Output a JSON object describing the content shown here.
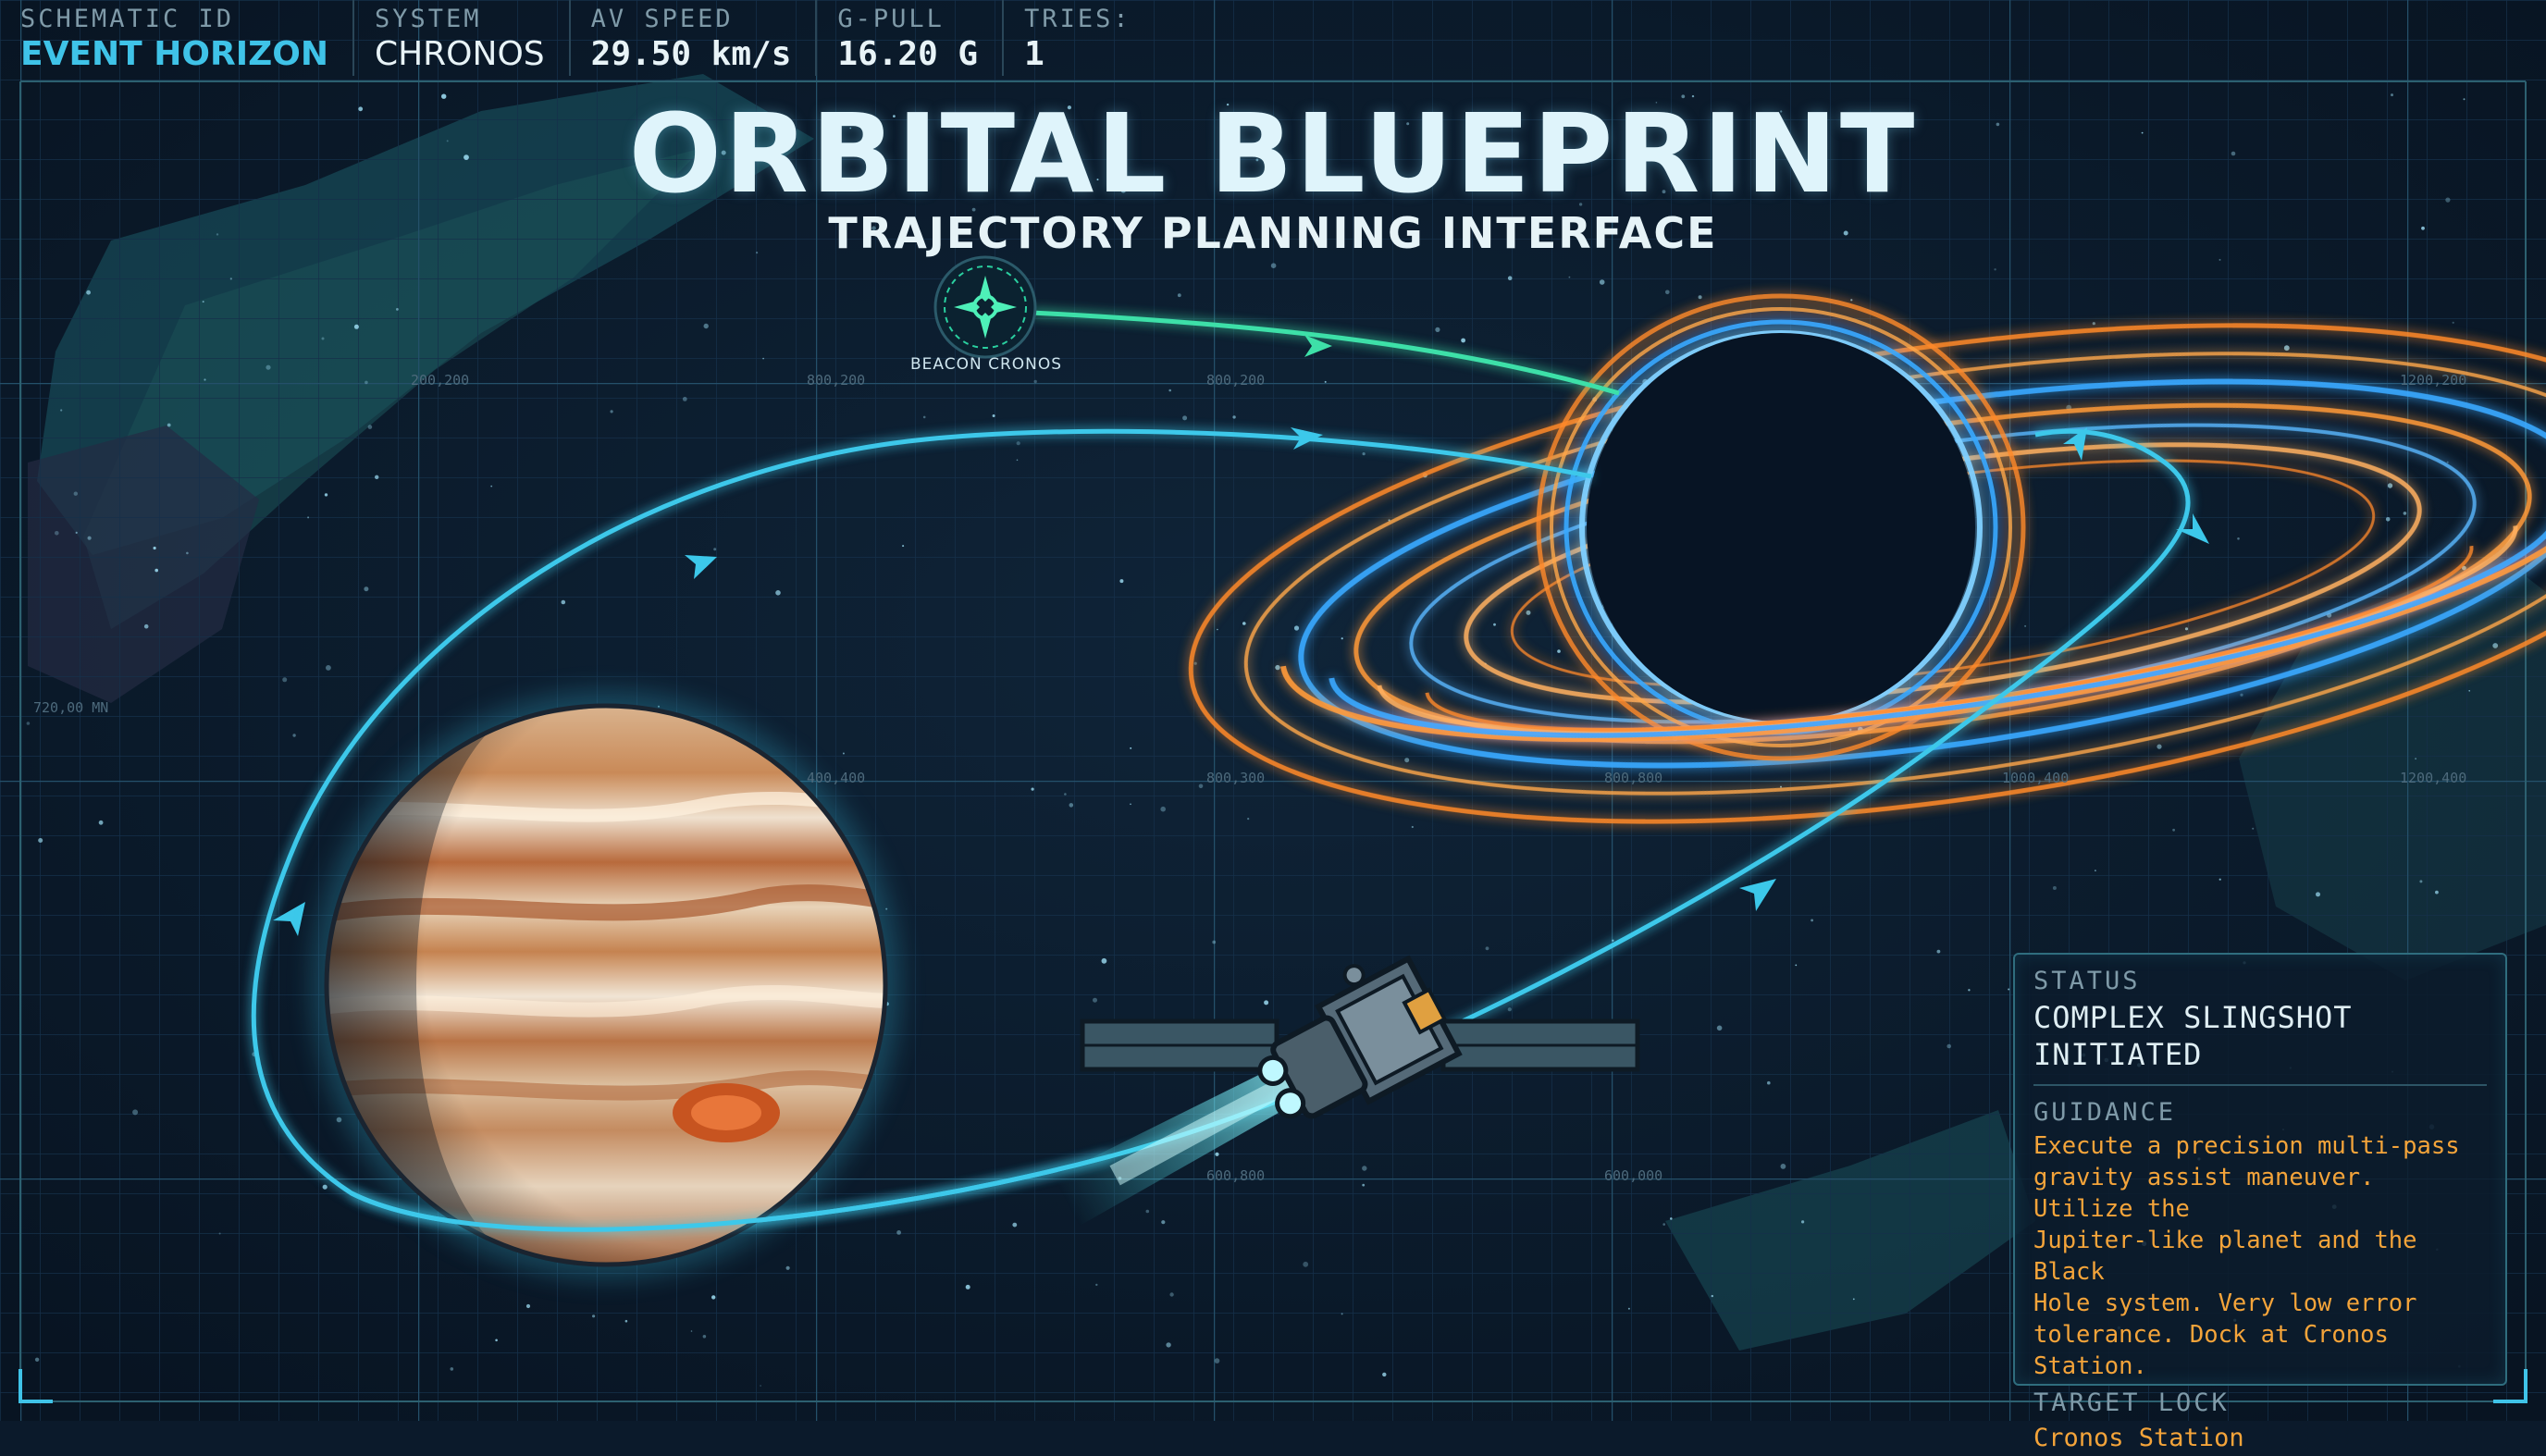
{
  "hud": {
    "schematic_label": "SCHEMATIC ID",
    "schematic_value": "EVENT HORIZON",
    "system_label": "SYSTEM",
    "system_value": "CHRONOS",
    "speed_label": "AV SPEED",
    "speed_value": "29.50 km/s",
    "gpull_label": "G-PULL",
    "gpull_value": "16.20 G",
    "tries_label": "TRIES:",
    "tries_value": "1"
  },
  "title": "ORBITAL BLUEPRINT",
  "subtitle": "TRAJECTORY PLANNING INTERFACE",
  "beacon": {
    "label": "BEACON CRONOS"
  },
  "grid_labels": {
    "top_1": "200,200",
    "top_2": "800,200",
    "top_3": "800,200",
    "top_4": "1200,200",
    "left_mid": "720,00 MN",
    "mid_1": "400,400",
    "mid_2": "800,300",
    "mid_3": "800,800",
    "mid_4": "1000,400",
    "mid_5": "1200,400",
    "low_1": "600,800",
    "low_2": "600,000"
  },
  "status_panel": {
    "status_label": "STATUS",
    "status_line1": "COMPLEX SLINGSHOT",
    "status_line2": "INITIATED",
    "guidance_label": "GUIDANCE",
    "guidance_lines": [
      "Execute a precision multi-pass",
      "gravity assist maneuver. Utilize the",
      "Jupiter-like planet and the Black",
      "Hole system. Very low error",
      "tolerance. Dock at Cronos Station."
    ],
    "target_label": "TARGET LOCK",
    "target_value": "Cronos Station"
  },
  "colors": {
    "background": "#0b1a2b",
    "grid": "#1d3a4f",
    "trajectory": "#3cc8ea",
    "beacon_path": "#3ee0a8",
    "ring_orange": "#ff9a3a",
    "ring_blue": "#3aa8ff",
    "accent_text": "#3fc3e8",
    "warning_text": "#f4a43a"
  },
  "icons": {
    "beacon": "beacon-satellite-icon",
    "spacecraft": "spacecraft-icon",
    "planet": "gas-giant-planet",
    "black_hole": "black-hole"
  }
}
